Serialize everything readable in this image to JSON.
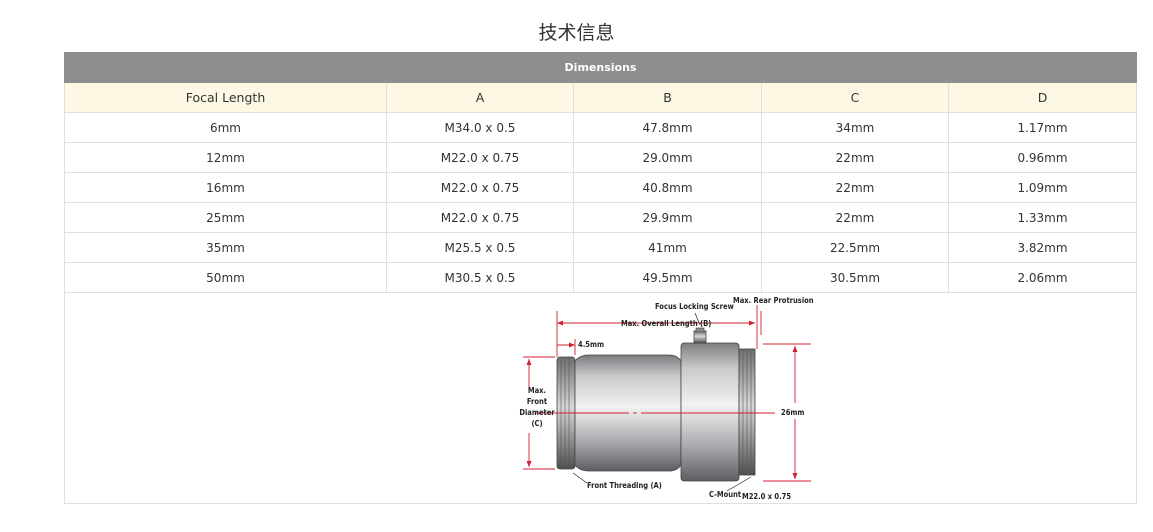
{
  "page": {
    "title": "技术信息"
  },
  "table": {
    "caption": "Dimensions",
    "headers": [
      "Focal Length",
      "A",
      "B",
      "C",
      "D"
    ],
    "rows": [
      [
        "6mm",
        "M34.0 x 0.5",
        "47.8mm",
        "34mm",
        "1.17mm"
      ],
      [
        "12mm",
        "M22.0 x 0.75",
        "29.0mm",
        "22mm",
        "0.96mm"
      ],
      [
        "16mm",
        "M22.0 x 0.75",
        "40.8mm",
        "22mm",
        "1.09mm"
      ],
      [
        "25mm",
        "M22.0 x 0.75",
        "29.9mm",
        "22mm",
        "1.33mm"
      ],
      [
        "35mm",
        "M25.5 x 0.5",
        "41mm",
        "22.5mm",
        "3.82mm"
      ],
      [
        "50mm",
        "M30.5 x 0.5",
        "49.5mm",
        "30.5mm",
        "2.06mm"
      ]
    ]
  },
  "diagram": {
    "focus_locking_screw": "Focus Locking Screw",
    "max_rear_protrusion": "Max. Rear Protrusion (D)",
    "max_overall_length": "Max. Overall Length (B)",
    "offset": "4.5mm",
    "front_diameter": [
      "Max.",
      "Front",
      "Diameter",
      "(C)"
    ],
    "height": "26mm",
    "front_threading": "Front Threading (A)",
    "c_mount": "C-Mount",
    "mount_thread": "M22.0 x 0.75",
    "colors": {
      "dimension_line": "#d0202f",
      "lens_body": "#b8b8bb",
      "header_bar": "#8e8e90"
    }
  }
}
